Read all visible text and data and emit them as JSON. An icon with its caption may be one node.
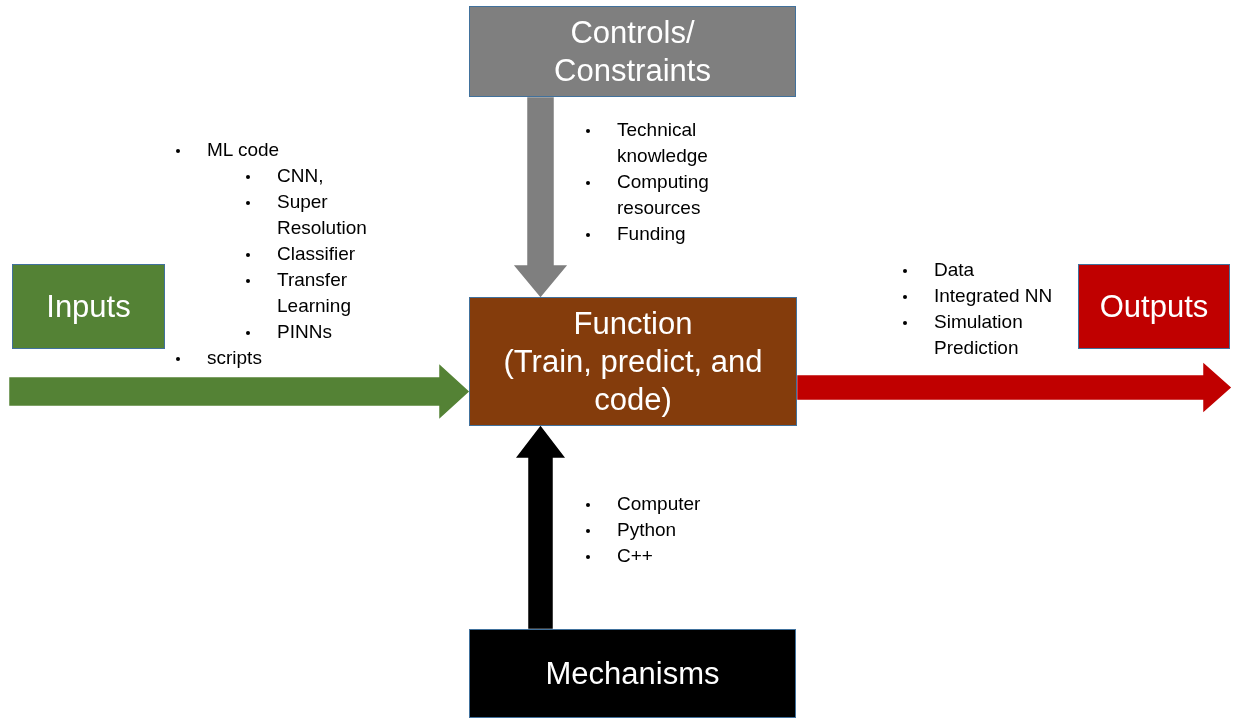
{
  "diagram": {
    "nodes": [
      {
        "text": [
          "Controls/ Constraints"
        ]
      },
      {
        "text": [
          "Inputs"
        ]
      },
      {
        "text": [
          "Function",
          "(Train, predict, and code)"
        ]
      },
      {
        "text": [
          "Outputs"
        ]
      },
      {
        "text": [
          "Mechanisms"
        ]
      }
    ],
    "edges": [
      {
        "from": 0,
        "to": 2,
        "arrow": "to",
        "style": "thick",
        "color": "#7f7f7f"
      },
      {
        "from": null,
        "to": 2,
        "arrow": "to",
        "style": "thick",
        "color": "#548235"
      },
      {
        "from": 2,
        "to": null,
        "arrow": "to",
        "style": "thick",
        "color": "#c00000"
      },
      {
        "from": 4,
        "to": 2,
        "arrow": "to",
        "style": "thick",
        "color": "#000000"
      }
    ],
    "labels": [
      "ML code",
      "CNN,",
      "Super Resolution",
      "Classifier",
      "Transfer Learning",
      "PINNs",
      "scripts",
      "Technical knowledge",
      "Computing resources",
      "Funding",
      "Data",
      "Integrated NN",
      "Simulation Prediction",
      "Computer",
      "Python",
      "C++"
    ]
  }
}
